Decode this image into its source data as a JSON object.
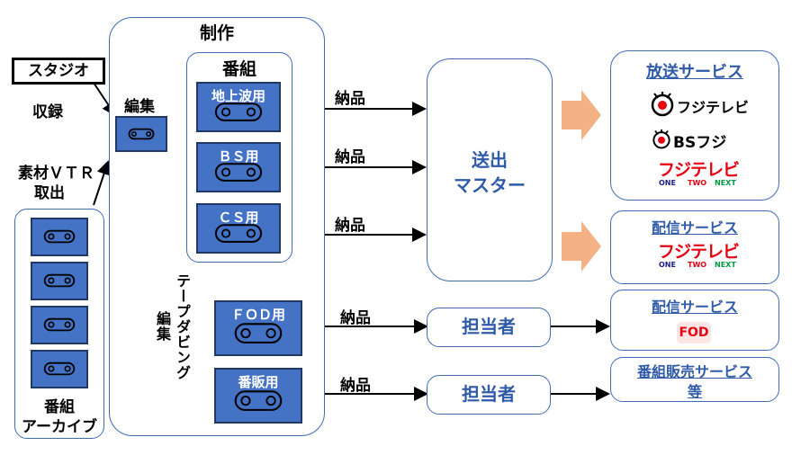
{
  "production": {
    "title": "制作"
  },
  "program": {
    "title": "番組"
  },
  "studio": {
    "label": "スタジオ"
  },
  "labels": {
    "recording": "収録",
    "editing": "編集",
    "source_vtr_line1": "素材ＶＴＲ",
    "source_vtr_line2": "取出",
    "tape_dubbing": "テープダビング",
    "tape_dubbing_edit": "編集",
    "delivery": "納品"
  },
  "archive": {
    "line1": "番組",
    "line2": "アーカイブ"
  },
  "tapes": {
    "terrestrial": "地上波用",
    "bs": "ＢＳ用",
    "cs": "ＣＳ用",
    "fod": "ＦＯＤ用",
    "sales": "番販用"
  },
  "master": {
    "line1": "送出",
    "line2": "マスター"
  },
  "person": {
    "label": "担当者"
  },
  "services": {
    "broadcast": "放送サービス",
    "distribution": "配信サービス",
    "sales_line1": "番組販売サービス",
    "sales_line2": "等"
  },
  "logos": {
    "fujitv": "フジテレビ",
    "bsfuji": "BSフジ",
    "fujitv_katakana": "フジテレビ",
    "one": "ONE",
    "two": "TWO",
    "next": "NEXT",
    "fod": "FOD"
  },
  "colors": {
    "tape_fill": "#4472c4",
    "tape_border": "#1f3864",
    "panel_border": "#3f6bb5",
    "service_text": "#2e5aa7",
    "arrow_orange": "#f4b183",
    "fujitv_red": "#e60012"
  }
}
